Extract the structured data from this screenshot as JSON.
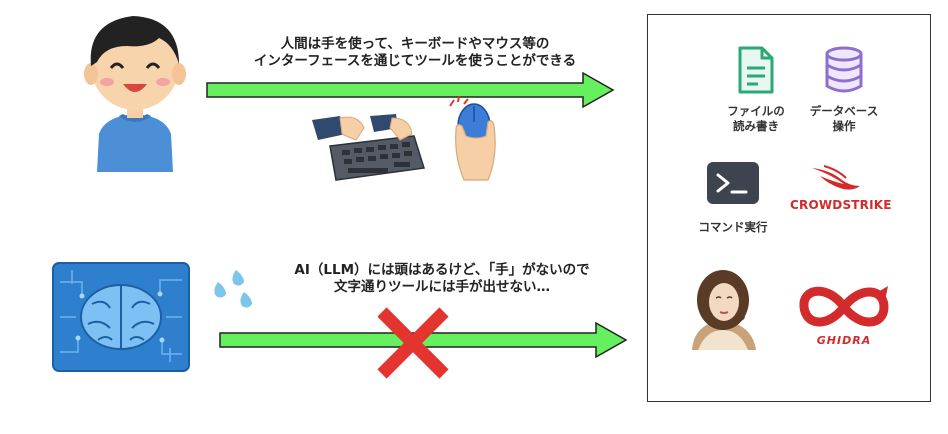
{
  "human": {
    "caption_line1": "人間は手を使って、キーボードやマウス等の",
    "caption_line2": "インターフェースを通じてツールを使うことができる"
  },
  "llm": {
    "caption_line1": "AI（LLM）には頭はあるけど、「手」がないので",
    "caption_line2": "文字通りツールには手が出せない…"
  },
  "tools": {
    "file_line1": "ファイルの",
    "file_line2": "読み書き",
    "db_line1": "データベース",
    "db_line2": "操作",
    "cmd": "コマンド実行",
    "crowdstrike": "CROWDSTRIKE",
    "ghidra": "GHIDRA"
  },
  "colors": {
    "arrow_fill": "#66f060",
    "cross": "#e3342f",
    "file_icon": "#2aa876",
    "db_icon": "#8e6fd1",
    "terminal": "#3d4450",
    "brand_red": "#d32b2b"
  }
}
